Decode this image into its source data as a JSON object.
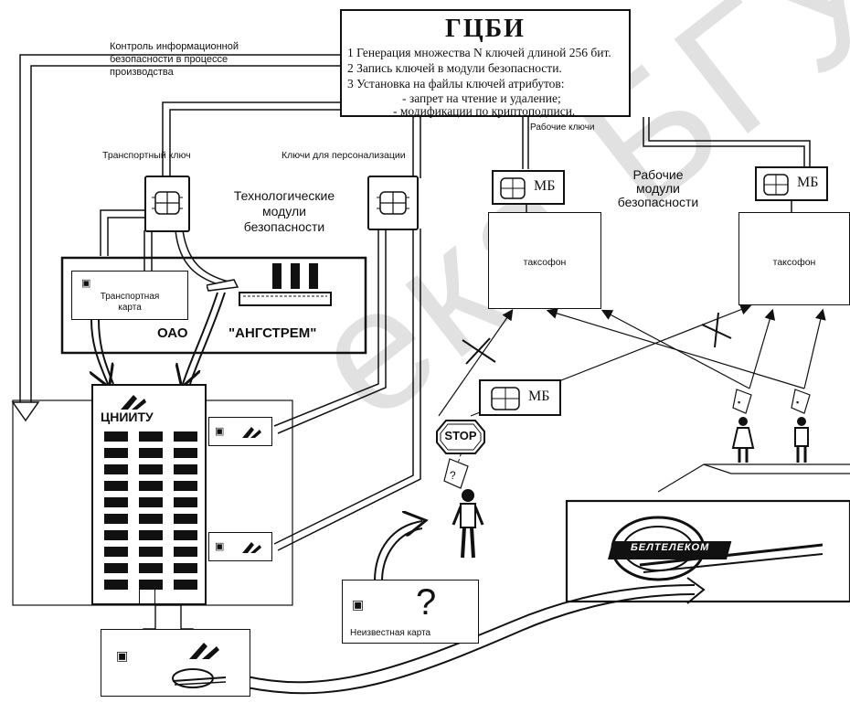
{
  "gcbi": {
    "title": "ГЦБИ",
    "lines": [
      "1 Генерация множества N ключей длиной  256 бит.",
      "2 Запись ключей в модули безопасности.",
      "3 Установка на файлы ключей атрибутов:",
      "- запрет на чтение и удаление;",
      "- модификации по криптоподписи."
    ]
  },
  "labels": {
    "control": [
      "Контроль информационной",
      "безопасности в процессе",
      "производства"
    ],
    "transport_key": "Транспортный ключ",
    "personal_keys": "Ключи для персонализации",
    "work_keys": "Рабочие ключи",
    "tech_modules": [
      "Технологические",
      "модули",
      "безопасности"
    ],
    "work_modules": [
      "Рабочие",
      "модули",
      "безопасности"
    ],
    "mb": "МБ",
    "taxophone": "таксофон",
    "transport_card": [
      "Транспортная",
      "карта"
    ],
    "oao": "ОАО",
    "angstrem": "\"АНГСТРЕМ\"",
    "cniitu": "ЦНИИТУ",
    "unknown_card": "Неизвестная карта",
    "question": "?",
    "stop": "STOP",
    "beltelecom": "БЕЛТЕЛЕКОМ"
  },
  "watermark": "ека БГУ"
}
